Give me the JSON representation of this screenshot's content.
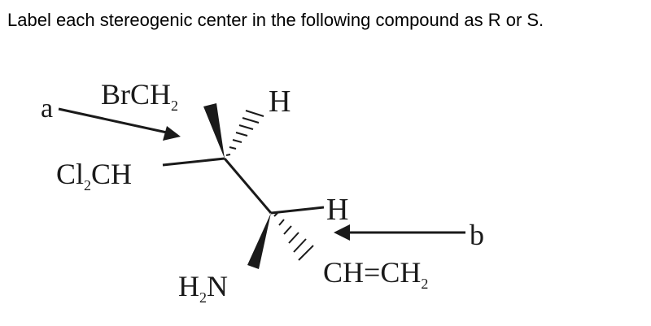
{
  "question": "Label each stereogenic center in the following compound as R or S.",
  "molecule": {
    "substituents": {
      "brch2": {
        "main": "BrCH",
        "sub": "2"
      },
      "cl2ch": {
        "pre": "Cl",
        "sub": "2",
        "post": "CH"
      },
      "h_top": "H",
      "h_mid": "H",
      "h2n": {
        "pre": "H",
        "sub": "2",
        "post": "N"
      },
      "vinyl": {
        "main": "CH=CH",
        "sub": "2"
      }
    },
    "pointers": {
      "a": "a",
      "b": "b"
    }
  }
}
